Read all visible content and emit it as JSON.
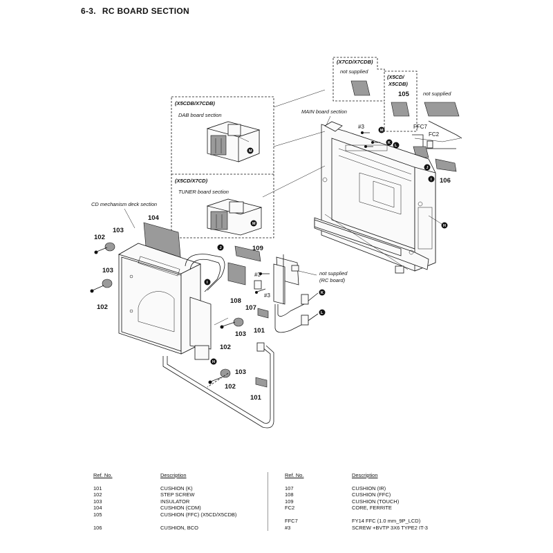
{
  "section": {
    "number": "6-3.",
    "title": "RC BOARD SECTION"
  },
  "labels": {
    "cd_mech": "CD mechanism deck section",
    "x5cdb_x7cdb": "(X5CDB/X7CDB)",
    "dab": "DAB board section",
    "x5cd_x7cd": "(X5CD/X7CD)",
    "tuner": "TUNER board section",
    "x7cd_x7cdb": "(X7CD/X7CDB)",
    "not_supplied": "not supplied",
    "x5cd_1": "(X5CD/",
    "x5cd_2": "X5CDB)",
    "main": "MAIN board section",
    "not_supplied_rc_1": "not supplied",
    "not_supplied_rc_2": "(RC board)",
    "fc7": "FFC7",
    "fc2": "FC2",
    "screw3": "#3"
  },
  "refs": {
    "r101": "101",
    "r102": "102",
    "r103": "103",
    "r104": "104",
    "r105": "105",
    "r106": "106",
    "r107": "107",
    "r108": "108",
    "r109": "109"
  },
  "connectors": {
    "m": "M",
    "j": "J",
    "k": "K",
    "l": "L",
    "h": "H",
    "i": "I"
  },
  "parts_table": {
    "ref_header": "Ref. No.",
    "desc_header": "Description",
    "left": [
      {
        "ref": "101",
        "desc": "CUSHION (K)"
      },
      {
        "ref": "102",
        "desc": "STEP SCREW"
      },
      {
        "ref": "103",
        "desc": "INSULATOR"
      },
      {
        "ref": "104",
        "desc": "CUSHION (CDM)"
      },
      {
        "ref": "105",
        "desc": "CUSHION (FFC) (X5CD/X5CDB)"
      },
      {
        "ref": "",
        "desc": ""
      },
      {
        "ref": "106",
        "desc": "CUSHION, BCO"
      }
    ],
    "right": [
      {
        "ref": "107",
        "desc": "CUSHION (IR)"
      },
      {
        "ref": "108",
        "desc": "CUSHION (FFC)"
      },
      {
        "ref": "109",
        "desc": "CUSHION (TOUCH)"
      },
      {
        "ref": "FC2",
        "desc": "CORE, FERRITE"
      },
      {
        "ref": "",
        "desc": ""
      },
      {
        "ref": "FFC7",
        "desc": "FY14 FFC (1.0 mm_9P_LCD)"
      },
      {
        "ref": "#3",
        "desc": "SCREW +BVTP 3X6 TYPE2 IT-3"
      }
    ]
  }
}
